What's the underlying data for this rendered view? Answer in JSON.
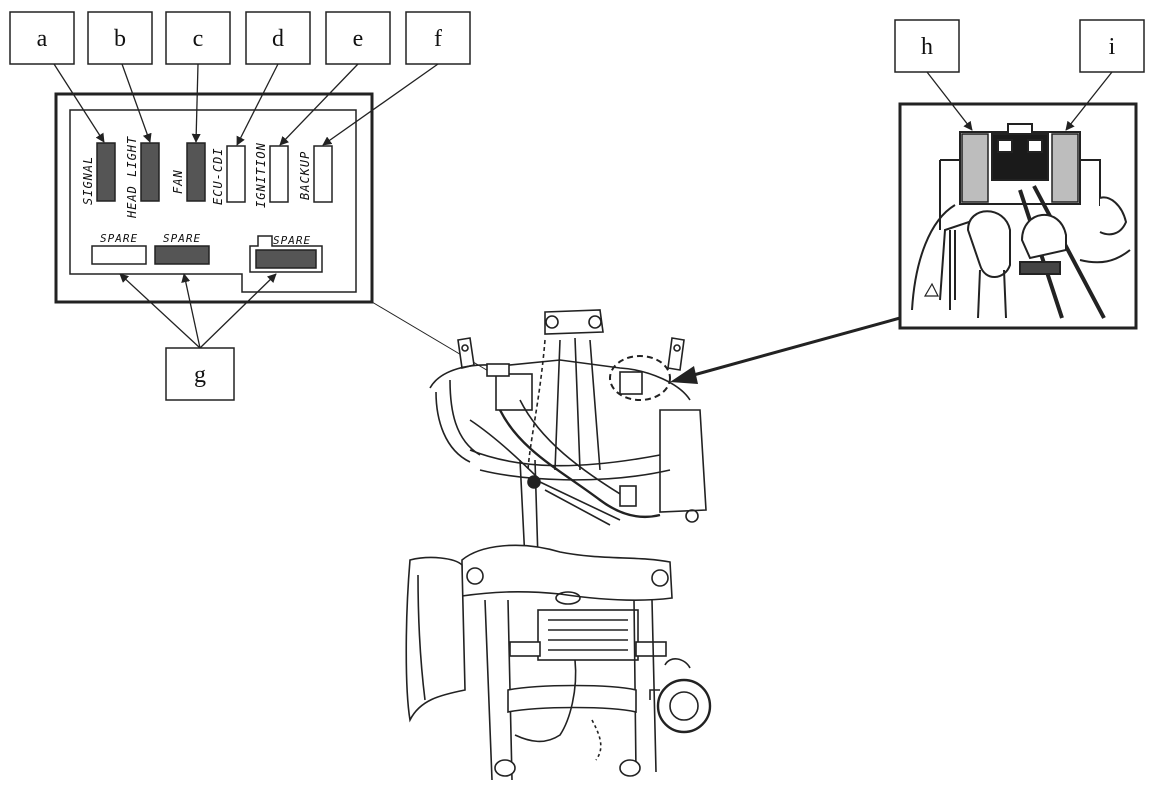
{
  "callouts": {
    "a": "a",
    "b": "b",
    "c": "c",
    "d": "d",
    "e": "e",
    "f": "f",
    "g": "g",
    "h": "h",
    "i": "i"
  },
  "fuse_box": {
    "fuses": [
      {
        "label": "SIGNAL",
        "filled": true
      },
      {
        "label": "HEAD LIGHT",
        "filled": true
      },
      {
        "label": "FAN",
        "filled": true
      },
      {
        "label": "ECU-CDI",
        "filled": false
      },
      {
        "label": "IGNITION",
        "filled": false
      },
      {
        "label": "BACKUP",
        "filled": false
      }
    ],
    "spares": [
      {
        "label": "SPARE",
        "filled": false
      },
      {
        "label": "SPARE",
        "filled": true
      },
      {
        "label": "SPARE",
        "filled": true
      }
    ]
  },
  "colors": {
    "line": "#222222",
    "fuse_fill": "#555555",
    "connector_fill": "#bdbdbd"
  }
}
